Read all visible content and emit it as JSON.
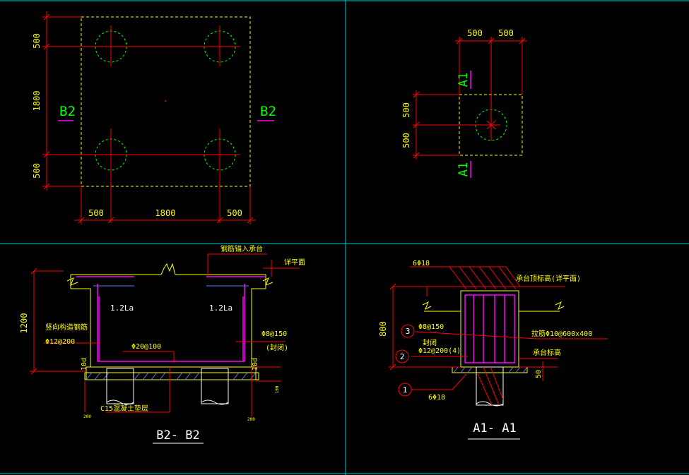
{
  "colors": {
    "background": "#000000",
    "frame": "#00cccc",
    "dimension": "#ff0000",
    "text": "#ffff00",
    "section_label": "#00ff00",
    "rebar": "#ff00ff",
    "hatch": "#5a7dff"
  },
  "plan1": {
    "dim_top": "500",
    "dim_mid": "1800",
    "dim_bottom": "500",
    "dim_bx_left": "500",
    "dim_bx_mid": "1800",
    "dim_bx_right": "500",
    "cut_left": "B2",
    "cut_right": "B2"
  },
  "plan2": {
    "dim_x_left": "500",
    "dim_x_right": "500",
    "dim_y_top": "500",
    "dim_y_bottom": "500",
    "cut_top": "A1",
    "cut_bottom": "A1"
  },
  "section_b2": {
    "title": "B2- B2",
    "note_top": "钢筋锚入承台",
    "note_right": "详平面",
    "height": "1200",
    "anchor_left": "1.2La",
    "anchor_right": "1.2La",
    "side_bar_label": "竖向构造钢筋",
    "side_bar_spec": "Φ12@200",
    "stirrup_spec": "Φ8@150",
    "stirrup_note": "(封闭)",
    "bottom_bar": "Φ20@100",
    "lap_left": "10d",
    "lap_right": "10d",
    "cushion": "C15混凝土垫层",
    "dim_200_left": "200",
    "dim_200_right": "200",
    "dim_100_right": "100"
  },
  "section_a1": {
    "title": "A1- A1",
    "top_bars": "6Φ18",
    "bottom_bars": "6Φ18",
    "top_note": "承台顶标高(详平面)",
    "height": "800",
    "marker_1": "1",
    "marker_2": "2",
    "marker_3": "3",
    "stirrup": "Φ8@150",
    "stirrup_note": "封闭",
    "waist": "Φ12@200(4)",
    "tie": "拉筋Φ10@600x400",
    "bottom_note": "承台标高",
    "dim_50": "50"
  }
}
